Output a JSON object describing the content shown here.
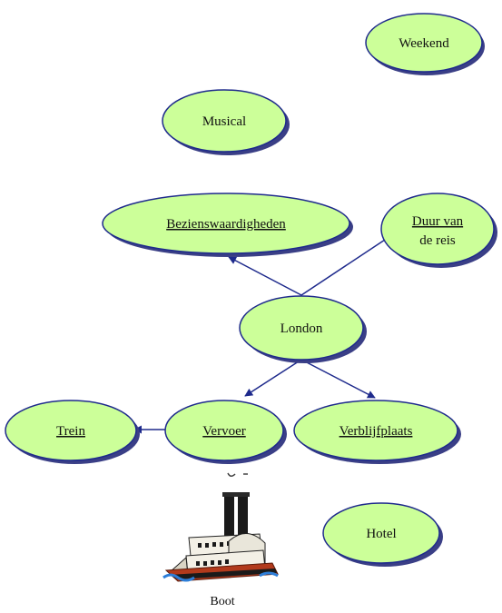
{
  "colors": {
    "node_fill": "#ccff99",
    "node_stroke": "#1e2a8c",
    "node_shadow": "#3a3f86",
    "edge": "#1e2a8c",
    "spellcheck_underline": "#d21f1f"
  },
  "nodes": {
    "weekend": {
      "label": "Weekend"
    },
    "musical": {
      "label": "Musical"
    },
    "bezienswaardigheden": {
      "label": "Bezienswaardigheden"
    },
    "duur_line1": {
      "label": "Duur van"
    },
    "duur_line2": {
      "label": "de reis"
    },
    "london": {
      "label": "London"
    },
    "trein": {
      "label": "Trein"
    },
    "vervoer": {
      "label": "Vervoer"
    },
    "verblijfplaats": {
      "label": "Verblijfplaats"
    },
    "hotel": {
      "label": "Hotel"
    }
  },
  "clipart": {
    "icon": "steamboat-icon",
    "caption": "Boot"
  }
}
